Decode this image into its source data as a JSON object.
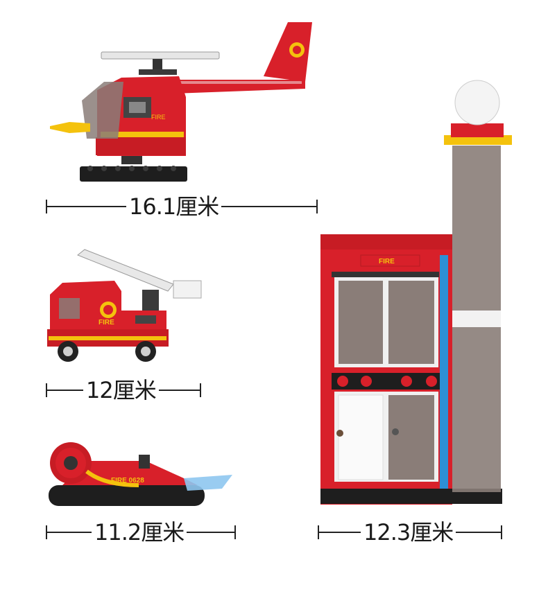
{
  "models": [
    {
      "name": "helicopter",
      "sticker_text": "FIRE",
      "dimension": "16.1厘米"
    },
    {
      "name": "ladder-truck",
      "sticker_text": "FIRE",
      "dimension": "12厘米"
    },
    {
      "name": "hovercraft",
      "sticker_text": "FIRE 0628",
      "dimension": "11.2厘米"
    },
    {
      "name": "fire-station",
      "sticker_text": "FIRE",
      "dimension": "12.3厘米"
    }
  ],
  "colors": {
    "red": "#d8202a",
    "dark": "#1e1e1e",
    "yellow": "#f4c20d",
    "glass": "#8c7f7c",
    "blue": "#2d8fd6"
  }
}
